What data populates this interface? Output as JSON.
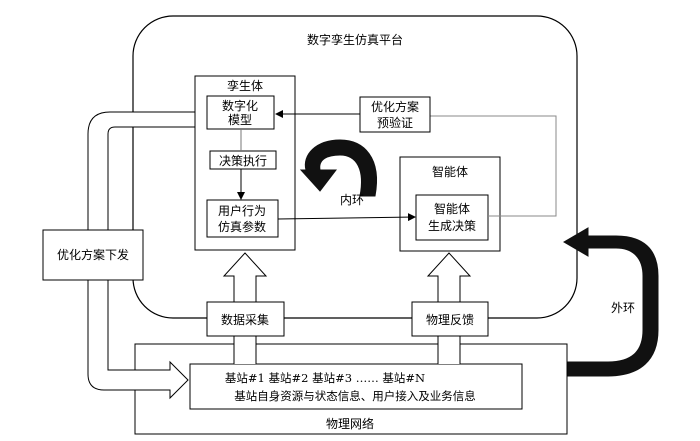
{
  "platform": {
    "title": "数字孪生仿真平台"
  },
  "twin": {
    "title": "孪生体",
    "digital_model": [
      "数字化",
      "模型"
    ],
    "decision_exec": "决策执行",
    "user_behavior": [
      "用户行为",
      "仿真参数"
    ]
  },
  "agent": {
    "title": "智能体",
    "decision": [
      "智能体",
      "生成决策"
    ]
  },
  "validation": [
    "优化方案",
    "预验证"
  ],
  "inner_loop": "内环",
  "outer_loop": "外环",
  "dispatch": "优化方案下发",
  "data_collection": "数据采集",
  "physical_feedback": "物理反馈",
  "stations": {
    "line1": "基站#1 基站#2 基站#3 …… 基站#N",
    "line2": "基站自身资源与状态信息、用户接入及业务信息"
  },
  "physical_network": "物理网络"
}
